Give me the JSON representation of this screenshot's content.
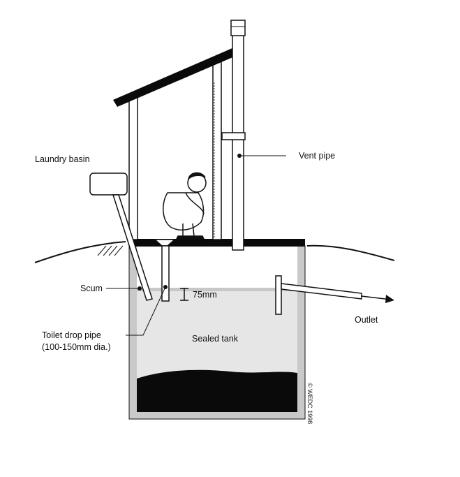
{
  "labels": {
    "laundry_basin": "Laundry basin",
    "vent_pipe": "Vent pipe",
    "scum": "Scum",
    "measure": "75mm",
    "outlet": "Outlet",
    "sealed_tank": "Sealed tank",
    "drop_pipe_line1": "Toilet drop pipe",
    "drop_pipe_line2": "(100-150mm dia.)"
  },
  "copyright": "© WEDC 1998",
  "colors": {
    "line": "#111111",
    "tank_fill": "#e4e4e4",
    "tank_wall": "#c9c9c9",
    "sludge": "#0a0a0a"
  }
}
